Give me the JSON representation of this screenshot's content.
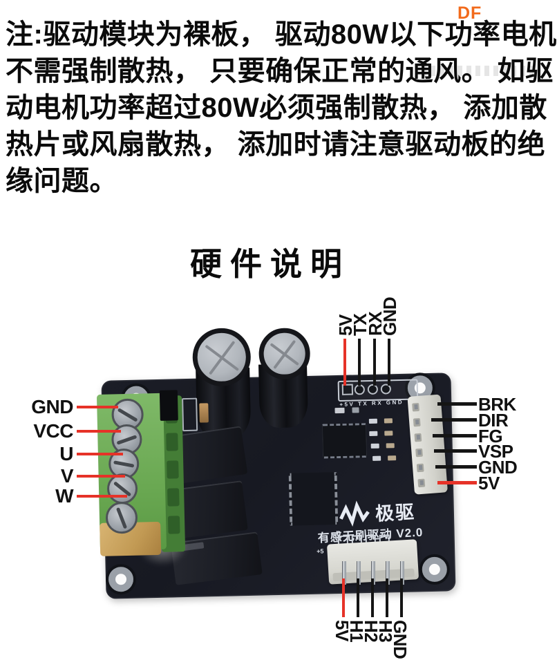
{
  "brand": {
    "logo": "DF"
  },
  "note": {
    "lines": [
      "注:驱动模块为裸板， 驱动80W以下功率电机",
      "不需强制散热， 只要确保正常的通风。 如驱",
      "动电机功率超过80W必须强制散热， 添加散",
      "热片或风扇散热， 添加时请注意驱动板的绝",
      "缘问题。"
    ]
  },
  "title": "硬件说明",
  "pins": {
    "left": [
      "GND",
      "VCC",
      "U",
      "V",
      "W"
    ],
    "top": [
      "5V",
      "TX",
      "RX",
      "GND"
    ],
    "right": [
      "BRK",
      "DIR",
      "FG",
      "VSP",
      "GND",
      "5V"
    ],
    "bottom": [
      "5V",
      "H1",
      "H2",
      "H3",
      "GND"
    ]
  },
  "silkscreen": {
    "header_pins": "+5V TX RX GND",
    "brand": "极驱",
    "model": "有感无刷驱动 V2.0",
    "plus5": "+5"
  },
  "colors": {
    "accent_red": "#e63228",
    "line_black": "#151515",
    "pcb_dark": "#181a22",
    "terminal_green": "#6aa852",
    "connector_white": "#d8d8d2",
    "logo_orange": "#f26a1b",
    "silkscreen_white": "#e8ecf4"
  }
}
